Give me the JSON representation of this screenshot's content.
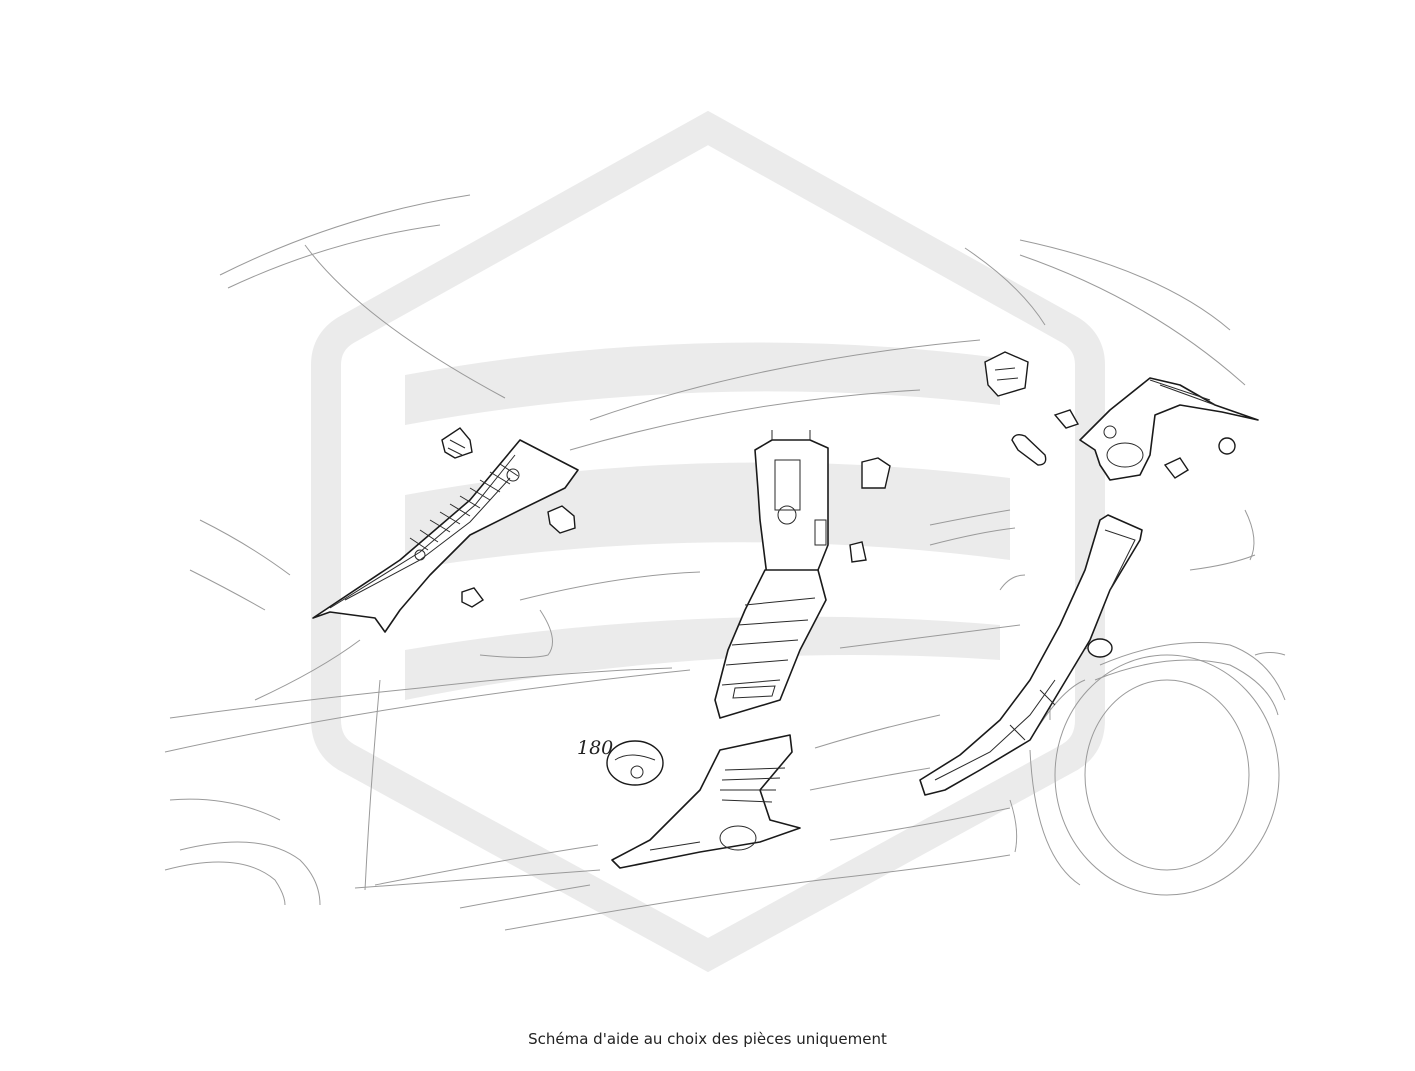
{
  "caption": "Schéma d'aide au choix des pièces uniquement",
  "callouts": [
    {
      "id": "part-180",
      "label": "180"
    }
  ],
  "colors": {
    "watermark": "#ebebeb",
    "car_outline": "#9a9a9a",
    "part_stroke": "#1a1a1a"
  }
}
